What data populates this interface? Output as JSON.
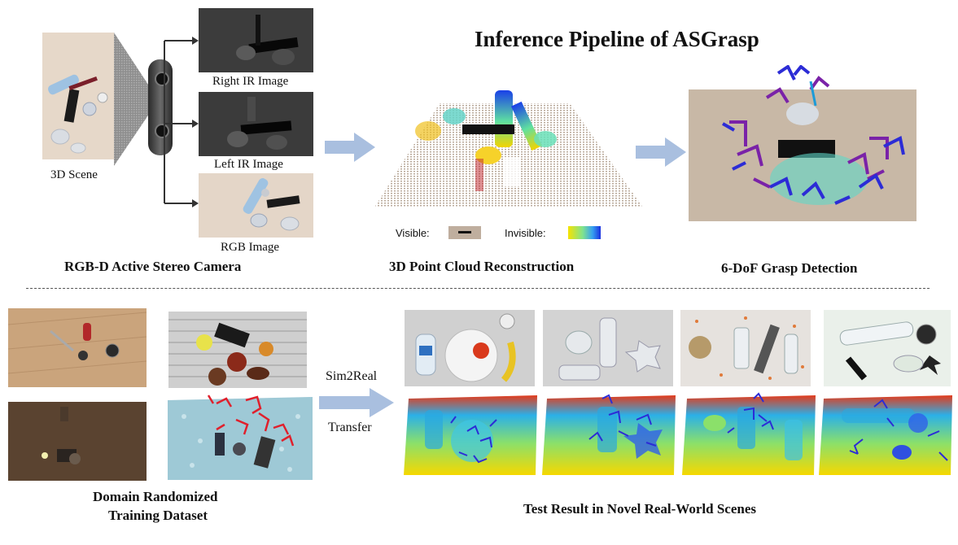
{
  "title": "Inference Pipeline of ASGrasp",
  "top": {
    "scene_label": "3D Scene",
    "ir_right_label": "Right IR Image",
    "ir_left_label": "Left IR Image",
    "rgb_label": "RGB Image",
    "camera_caption": "RGB-D Active Stereo Camera",
    "legend_visible": "Visible:",
    "legend_invisible": "Invisible:",
    "pointcloud_caption": "3D Point Cloud Reconstruction",
    "grasp_caption": "6-DoF Grasp Detection"
  },
  "bottom": {
    "training_caption_line1": "Domain Randomized",
    "training_caption_line2": "Training Dataset",
    "arrow_label_top": "Sim2Real",
    "arrow_label_bottom": "Transfer",
    "test_caption": "Test Result in Novel Real-World Scenes"
  },
  "colors": {
    "arrow": "#a9bfdf",
    "grasp_blue": "#2c2cd6",
    "grasp_purple": "#7a22a8",
    "grasp_red": "#e0202c",
    "divider": "#555555"
  }
}
